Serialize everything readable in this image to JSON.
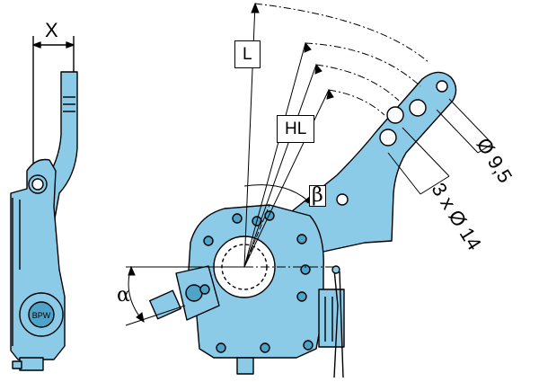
{
  "labels": {
    "x": "X",
    "l": "L",
    "hl": "HL",
    "alpha": "α",
    "beta": "β",
    "d95": "Ø 9,5",
    "d14": "3 x Ø 14"
  },
  "colors": {
    "part": "#8ccbe8",
    "part_dark": "#4fa3c9",
    "line": "#000000",
    "background": "#ffffff"
  }
}
